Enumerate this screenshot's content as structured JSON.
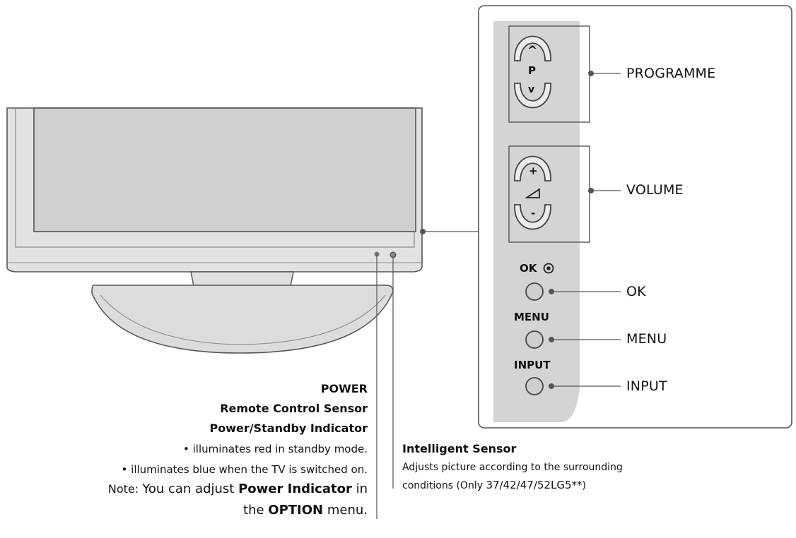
{
  "panel": {
    "programme_symbol": "P",
    "programme_up": "^",
    "programme_down": "v",
    "volume_plus": "+",
    "volume_minus": "-",
    "ok_caption": "OK",
    "menu_caption": "MENU",
    "input_caption": "INPUT"
  },
  "labels": {
    "programme": "PROGRAMME",
    "volume": "VOLUME",
    "ok": "OK",
    "menu": "MENU",
    "input": "INPUT"
  },
  "left_notes": {
    "power": "POWER",
    "remote_sensor": "Remote Control Sensor",
    "indicator": "Power/Standby Indicator",
    "bullet_standby": "• illuminates red in standby mode.",
    "bullet_on": "• illuminates blue when the TV is switched on.",
    "note_prefix": "Note: ",
    "note_a": "You can adjust ",
    "note_b": "Power Indicator",
    "note_c": " in",
    "note_line2_a": "the ",
    "note_line2_b": "OPTION",
    "note_line2_c": " menu."
  },
  "sensor_note": {
    "title": "Intelligent Sensor",
    "line1": "Adjusts picture according to the surrounding",
    "line2_a": "conditions (Only ",
    "line2_b": "37/42/47/52LG5**",
    "line2_c": ")"
  },
  "colors": {
    "line": "#555555",
    "panel_strip": "#d4d4d4",
    "tv_body": "#e2e2e2",
    "screen": "#d0d0d0"
  }
}
